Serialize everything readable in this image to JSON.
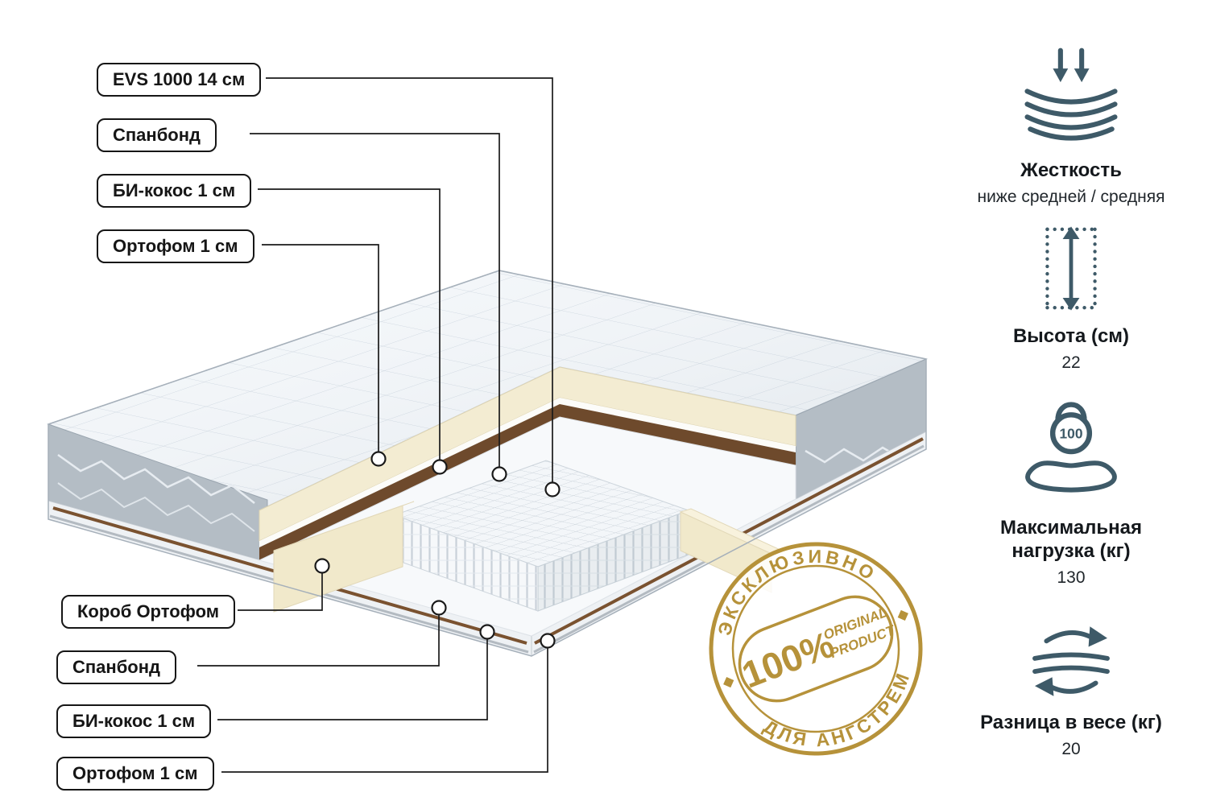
{
  "callouts": {
    "top": [
      {
        "label": "EVS 1000 14 см"
      },
      {
        "label": "Спанбонд"
      },
      {
        "label": "БИ-кокос 1 см"
      },
      {
        "label": "Ортофом 1 см"
      }
    ],
    "bottom": [
      {
        "label": "Короб Ортофом"
      },
      {
        "label": "Спанбонд"
      },
      {
        "label": "БИ-кокос 1 см"
      },
      {
        "label": "Ортофом 1 см"
      }
    ]
  },
  "specs": [
    {
      "icon": "pressure-softness-icon",
      "label": "Жесткость",
      "value": "ниже средней / средняя"
    },
    {
      "icon": "height-icon",
      "label": "Высота (см)",
      "value": "22"
    },
    {
      "icon": "kettlebell-load-icon",
      "label": "Максимальная нагрузка (кг)",
      "value": "130",
      "badge": "100"
    },
    {
      "icon": "weight-difference-icon",
      "label": "Разница в весе (кг)",
      "value": "20"
    }
  ],
  "stamp": {
    "percent": "100%",
    "original": "ORIGINAL",
    "product": "PRODUCT",
    "top_arc": "ЭКСКЛЮЗИВНО",
    "bottom_arc": "ДЛЯ АНГСТРЕМ"
  },
  "colors": {
    "stamp_gold": "#b6923a",
    "icon_slate": "#3e5a68",
    "coconut_brown": "#6e4a2c",
    "foam_cream": "#f3ecd2",
    "outline_black": "#161616"
  }
}
